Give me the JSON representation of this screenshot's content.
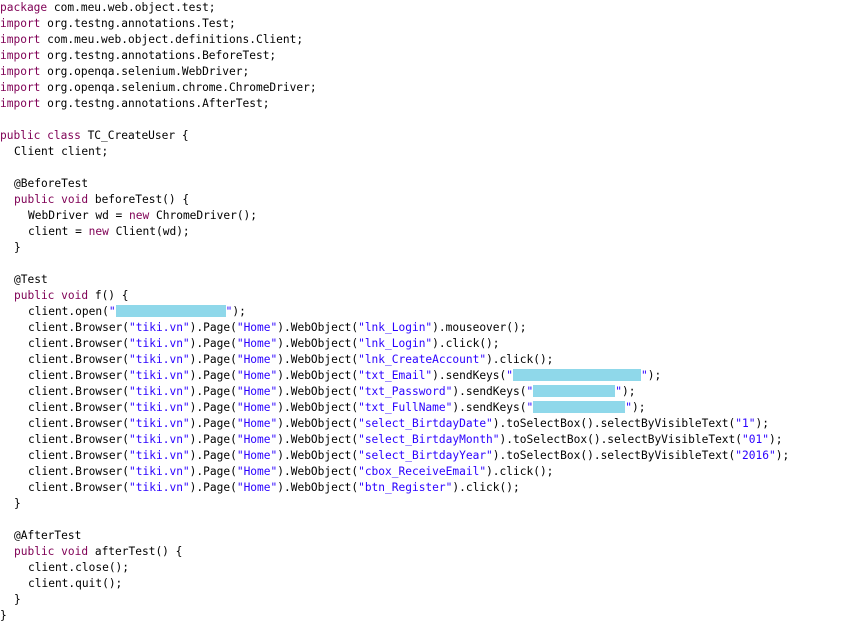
{
  "colors": {
    "keyword": "#7f0055",
    "string": "#2a00ff",
    "text": "#000000",
    "redaction": "#8fd8ea",
    "background": "#ffffff"
  },
  "lines": [
    {
      "indent": 0,
      "tokens": [
        {
          "t": "kw",
          "v": "package"
        },
        {
          "t": "plain",
          "v": " com.meu.web.object.test;"
        }
      ]
    },
    {
      "indent": 0,
      "tokens": [
        {
          "t": "kw",
          "v": "import"
        },
        {
          "t": "plain",
          "v": " org.testng.annotations.Test;"
        }
      ]
    },
    {
      "indent": 0,
      "tokens": [
        {
          "t": "kw",
          "v": "import"
        },
        {
          "t": "plain",
          "v": " com.meu.web.object.definitions.Client;"
        }
      ]
    },
    {
      "indent": 0,
      "tokens": [
        {
          "t": "kw",
          "v": "import"
        },
        {
          "t": "plain",
          "v": " org.testng.annotations.BeforeTest;"
        }
      ]
    },
    {
      "indent": 0,
      "tokens": [
        {
          "t": "kw",
          "v": "import"
        },
        {
          "t": "plain",
          "v": " org.openqa.selenium.WebDriver;"
        }
      ]
    },
    {
      "indent": 0,
      "tokens": [
        {
          "t": "kw",
          "v": "import"
        },
        {
          "t": "plain",
          "v": " org.openqa.selenium.chrome.ChromeDriver;"
        }
      ]
    },
    {
      "indent": 0,
      "tokens": [
        {
          "t": "kw",
          "v": "import"
        },
        {
          "t": "plain",
          "v": " org.testng.annotations.AfterTest;"
        }
      ]
    },
    {
      "indent": 0,
      "tokens": []
    },
    {
      "indent": 0,
      "tokens": [
        {
          "t": "kw",
          "v": "public class"
        },
        {
          "t": "plain",
          "v": " TC_CreateUser {"
        }
      ]
    },
    {
      "indent": 1,
      "tokens": [
        {
          "t": "plain",
          "v": "Client client;"
        }
      ]
    },
    {
      "indent": 0,
      "tokens": []
    },
    {
      "indent": 1,
      "tokens": [
        {
          "t": "plain",
          "v": "@BeforeTest"
        }
      ]
    },
    {
      "indent": 1,
      "tokens": [
        {
          "t": "kw",
          "v": "public void"
        },
        {
          "t": "plain",
          "v": " beforeTest() {"
        }
      ]
    },
    {
      "indent": 2,
      "tokens": [
        {
          "t": "plain",
          "v": "WebDriver wd = "
        },
        {
          "t": "kw",
          "v": "new"
        },
        {
          "t": "plain",
          "v": " ChromeDriver();"
        }
      ]
    },
    {
      "indent": 2,
      "tokens": [
        {
          "t": "plain",
          "v": "client = "
        },
        {
          "t": "kw",
          "v": "new"
        },
        {
          "t": "plain",
          "v": " Client(wd);"
        }
      ]
    },
    {
      "indent": 1,
      "tokens": [
        {
          "t": "plain",
          "v": "}"
        }
      ]
    },
    {
      "indent": 0,
      "tokens": []
    },
    {
      "indent": 1,
      "tokens": [
        {
          "t": "plain",
          "v": "@Test"
        }
      ]
    },
    {
      "indent": 1,
      "tokens": [
        {
          "t": "kw",
          "v": "public void"
        },
        {
          "t": "plain",
          "v": " f() {"
        }
      ]
    },
    {
      "indent": 2,
      "tokens": [
        {
          "t": "plain",
          "v": "client.open("
        },
        {
          "t": "str",
          "v": "\""
        },
        {
          "t": "redact",
          "w": 110
        },
        {
          "t": "str",
          "v": "\""
        },
        {
          "t": "plain",
          "v": ");"
        }
      ]
    },
    {
      "indent": 2,
      "tokens": [
        {
          "t": "plain",
          "v": "client.Browser("
        },
        {
          "t": "str",
          "v": "\"tiki.vn\""
        },
        {
          "t": "plain",
          "v": ").Page("
        },
        {
          "t": "str",
          "v": "\"Home\""
        },
        {
          "t": "plain",
          "v": ").WebObject("
        },
        {
          "t": "str",
          "v": "\"lnk_Login\""
        },
        {
          "t": "plain",
          "v": ").mouseover();"
        }
      ]
    },
    {
      "indent": 2,
      "tokens": [
        {
          "t": "plain",
          "v": "client.Browser("
        },
        {
          "t": "str",
          "v": "\"tiki.vn\""
        },
        {
          "t": "plain",
          "v": ").Page("
        },
        {
          "t": "str",
          "v": "\"Home\""
        },
        {
          "t": "plain",
          "v": ").WebObject("
        },
        {
          "t": "str",
          "v": "\"lnk_Login\""
        },
        {
          "t": "plain",
          "v": ").click();"
        }
      ]
    },
    {
      "indent": 2,
      "tokens": [
        {
          "t": "plain",
          "v": "client.Browser("
        },
        {
          "t": "str",
          "v": "\"tiki.vn\""
        },
        {
          "t": "plain",
          "v": ").Page("
        },
        {
          "t": "str",
          "v": "\"Home\""
        },
        {
          "t": "plain",
          "v": ").WebObject("
        },
        {
          "t": "str",
          "v": "\"lnk_CreateAccount\""
        },
        {
          "t": "plain",
          "v": ").click();"
        }
      ]
    },
    {
      "indent": 2,
      "tokens": [
        {
          "t": "plain",
          "v": "client.Browser("
        },
        {
          "t": "str",
          "v": "\"tiki.vn\""
        },
        {
          "t": "plain",
          "v": ").Page("
        },
        {
          "t": "str",
          "v": "\"Home\""
        },
        {
          "t": "plain",
          "v": ").WebObject("
        },
        {
          "t": "str",
          "v": "\"txt_Email\""
        },
        {
          "t": "plain",
          "v": ").sendKeys("
        },
        {
          "t": "str",
          "v": "\""
        },
        {
          "t": "redact",
          "w": 128
        },
        {
          "t": "str",
          "v": "\""
        },
        {
          "t": "plain",
          "v": ");"
        }
      ]
    },
    {
      "indent": 2,
      "tokens": [
        {
          "t": "plain",
          "v": "client.Browser("
        },
        {
          "t": "str",
          "v": "\"tiki.vn\""
        },
        {
          "t": "plain",
          "v": ").Page("
        },
        {
          "t": "str",
          "v": "\"Home\""
        },
        {
          "t": "plain",
          "v": ").WebObject("
        },
        {
          "t": "str",
          "v": "\"txt_Password\""
        },
        {
          "t": "plain",
          "v": ").sendKeys("
        },
        {
          "t": "str",
          "v": "\""
        },
        {
          "t": "redact",
          "w": 82
        },
        {
          "t": "str",
          "v": "\""
        },
        {
          "t": "plain",
          "v": ");"
        }
      ]
    },
    {
      "indent": 2,
      "tokens": [
        {
          "t": "plain",
          "v": "client.Browser("
        },
        {
          "t": "str",
          "v": "\"tiki.vn\""
        },
        {
          "t": "plain",
          "v": ").Page("
        },
        {
          "t": "str",
          "v": "\"Home\""
        },
        {
          "t": "plain",
          "v": ").WebObject("
        },
        {
          "t": "str",
          "v": "\"txt_FullName\""
        },
        {
          "t": "plain",
          "v": ").sendKeys("
        },
        {
          "t": "str",
          "v": "\""
        },
        {
          "t": "redact",
          "w": 92
        },
        {
          "t": "str",
          "v": "\""
        },
        {
          "t": "plain",
          "v": ");"
        }
      ]
    },
    {
      "indent": 2,
      "tokens": [
        {
          "t": "plain",
          "v": "client.Browser("
        },
        {
          "t": "str",
          "v": "\"tiki.vn\""
        },
        {
          "t": "plain",
          "v": ").Page("
        },
        {
          "t": "str",
          "v": "\"Home\""
        },
        {
          "t": "plain",
          "v": ").WebObject("
        },
        {
          "t": "str",
          "v": "\"select_BirtdayDate\""
        },
        {
          "t": "plain",
          "v": ").toSelectBox().selectByVisibleText("
        },
        {
          "t": "str",
          "v": "\"1\""
        },
        {
          "t": "plain",
          "v": ");"
        }
      ]
    },
    {
      "indent": 2,
      "tokens": [
        {
          "t": "plain",
          "v": "client.Browser("
        },
        {
          "t": "str",
          "v": "\"tiki.vn\""
        },
        {
          "t": "plain",
          "v": ").Page("
        },
        {
          "t": "str",
          "v": "\"Home\""
        },
        {
          "t": "plain",
          "v": ").WebObject("
        },
        {
          "t": "str",
          "v": "\"select_BirtdayMonth\""
        },
        {
          "t": "plain",
          "v": ").toSelectBox().selectByVisibleText("
        },
        {
          "t": "str",
          "v": "\"01\""
        },
        {
          "t": "plain",
          "v": ");"
        }
      ]
    },
    {
      "indent": 2,
      "tokens": [
        {
          "t": "plain",
          "v": "client.Browser("
        },
        {
          "t": "str",
          "v": "\"tiki.vn\""
        },
        {
          "t": "plain",
          "v": ").Page("
        },
        {
          "t": "str",
          "v": "\"Home\""
        },
        {
          "t": "plain",
          "v": ").WebObject("
        },
        {
          "t": "str",
          "v": "\"select_BirtdayYear\""
        },
        {
          "t": "plain",
          "v": ").toSelectBox().selectByVisibleText("
        },
        {
          "t": "str",
          "v": "\"2016\""
        },
        {
          "t": "plain",
          "v": ");"
        }
      ]
    },
    {
      "indent": 2,
      "tokens": [
        {
          "t": "plain",
          "v": "client.Browser("
        },
        {
          "t": "str",
          "v": "\"tiki.vn\""
        },
        {
          "t": "plain",
          "v": ").Page("
        },
        {
          "t": "str",
          "v": "\"Home\""
        },
        {
          "t": "plain",
          "v": ").WebObject("
        },
        {
          "t": "str",
          "v": "\"cbox_ReceiveEmail\""
        },
        {
          "t": "plain",
          "v": ").click();"
        }
      ]
    },
    {
      "indent": 2,
      "tokens": [
        {
          "t": "plain",
          "v": "client.Browser("
        },
        {
          "t": "str",
          "v": "\"tiki.vn\""
        },
        {
          "t": "plain",
          "v": ").Page("
        },
        {
          "t": "str",
          "v": "\"Home\""
        },
        {
          "t": "plain",
          "v": ").WebObject("
        },
        {
          "t": "str",
          "v": "\"btn_Register\""
        },
        {
          "t": "plain",
          "v": ").click();"
        }
      ]
    },
    {
      "indent": 1,
      "tokens": [
        {
          "t": "plain",
          "v": "}"
        }
      ]
    },
    {
      "indent": 0,
      "tokens": []
    },
    {
      "indent": 1,
      "tokens": [
        {
          "t": "plain",
          "v": "@AfterTest"
        }
      ]
    },
    {
      "indent": 1,
      "tokens": [
        {
          "t": "kw",
          "v": "public void"
        },
        {
          "t": "plain",
          "v": " afterTest() {"
        }
      ]
    },
    {
      "indent": 2,
      "tokens": [
        {
          "t": "plain",
          "v": "client.close();"
        }
      ]
    },
    {
      "indent": 2,
      "tokens": [
        {
          "t": "plain",
          "v": "client.quit();"
        }
      ]
    },
    {
      "indent": 1,
      "tokens": [
        {
          "t": "plain",
          "v": "}"
        }
      ]
    },
    {
      "indent": 0,
      "tokens": [
        {
          "t": "plain",
          "v": "}"
        }
      ]
    }
  ]
}
